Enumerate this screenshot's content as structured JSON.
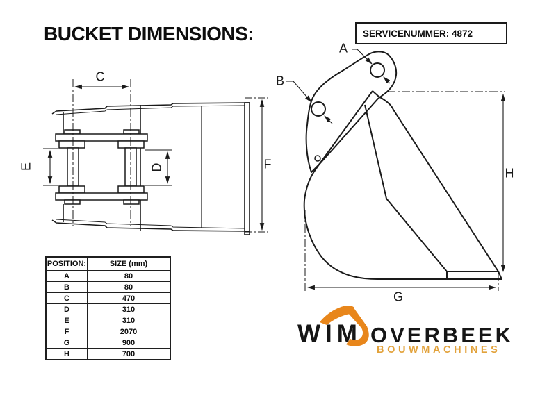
{
  "title": "BUCKET DIMENSIONS:",
  "service": {
    "text": "SERVICENUMMER: 4872"
  },
  "dimension_table": {
    "col_headers": [
      "POSITION:",
      "SIZE (mm)"
    ],
    "rows": [
      [
        "A",
        "80"
      ],
      [
        "B",
        "80"
      ],
      [
        "C",
        "470"
      ],
      [
        "D",
        "310"
      ],
      [
        "E",
        "310"
      ],
      [
        "F",
        "2070"
      ],
      [
        "G",
        "900"
      ],
      [
        "H",
        "700"
      ]
    ]
  },
  "drawing_labels": {
    "a": "A",
    "b": "B",
    "c": "C",
    "d": "D",
    "e": "E",
    "f": "F",
    "g": "G",
    "h": "H"
  },
  "logo": {
    "name_first": "WIM",
    "name_second": "OVERBEEK",
    "tagline": "BOUWMACHINES"
  },
  "colors": {
    "line": "#1A1A1A",
    "accent_orange": "#E8861B",
    "tagline_orange": "#E2A23B"
  }
}
